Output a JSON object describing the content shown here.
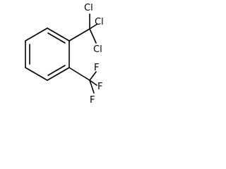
{
  "molecule": {
    "atoms": {
      "cl_top": "Cl",
      "cl_right_upper": "Cl",
      "cl_right_lower": "Cl",
      "f_top": "F",
      "f_right": "F",
      "f_bottom": "F"
    },
    "groups": [
      "trichloromethyl-group",
      "trifluoromethyl-group"
    ],
    "ring": "benzene-ring"
  }
}
